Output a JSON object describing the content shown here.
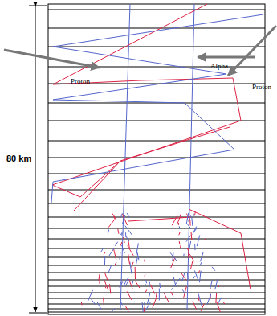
{
  "diagram": {
    "labels": [
      "Alpha",
      "Proton",
      "Proton",
      "80 km"
    ]
  }
}
